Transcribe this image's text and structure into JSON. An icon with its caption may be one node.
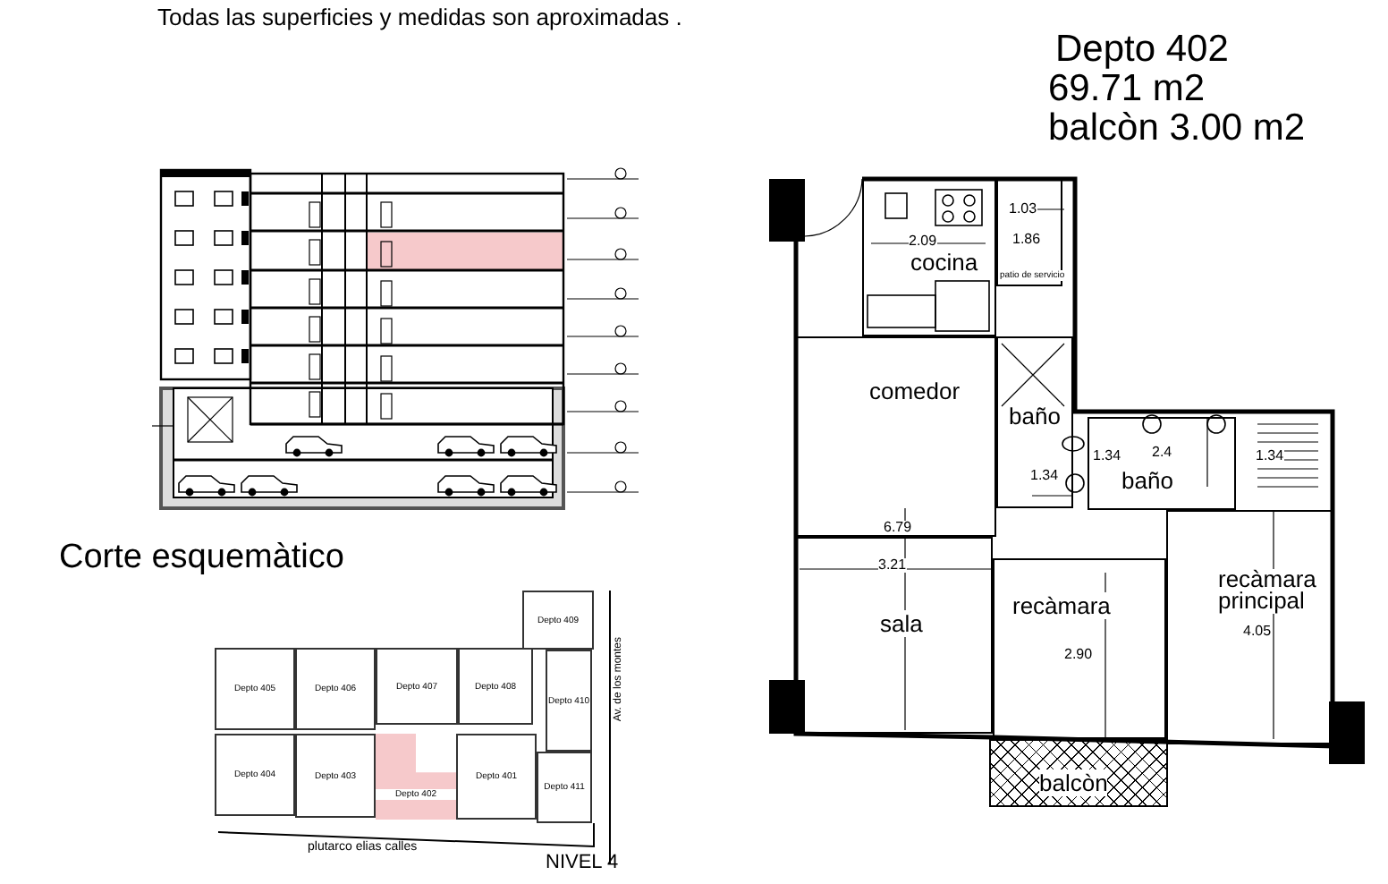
{
  "diagram": {
    "nodes": [
      {
        "text": [
          "Depto 409"
        ]
      },
      {
        "text": [
          "Depto 405"
        ]
      },
      {
        "text": [
          "Depto 406"
        ]
      },
      {
        "text": [
          "Depto 407"
        ]
      },
      {
        "text": [
          "Depto 408"
        ]
      },
      {
        "text": [
          "Depto 410"
        ]
      },
      {
        "text": [
          "Depto 404"
        ]
      },
      {
        "text": [
          "Depto 403"
        ]
      },
      {
        "text": [
          "Depto 402"
        ]
      },
      {
        "text": [
          "Depto 401"
        ]
      },
      {
        "text": [
          "Depto 411"
        ]
      },
      {
        "text": [
          "cocina"
        ]
      },
      {
        "text": [
          "patio de servicio"
        ]
      },
      {
        "text": [
          "comedor"
        ]
      },
      {
        "text": [
          "baño"
        ]
      },
      {
        "text": [
          "baño"
        ]
      },
      {
        "text": [
          "sala"
        ]
      },
      {
        "text": [
          "recàmara"
        ]
      },
      {
        "text": [
          "recàmara principal"
        ]
      },
      {
        "text": [
          "balcòn"
        ]
      }
    ],
    "labels": [
      "Todas las superficies y medidas son aproximadas .",
      "Depto 402",
      "69.71 m2",
      "balcòn 3.00 m2",
      "Corte esquemàtico",
      "Av. de los montes",
      "plutarco elias calles",
      "NIVEL 4",
      "1.03",
      "2.09",
      "1.86",
      "1.34",
      "2.4",
      "1.34",
      "1.34",
      "6.79",
      "3.21",
      "4.05",
      "2.90"
    ]
  }
}
